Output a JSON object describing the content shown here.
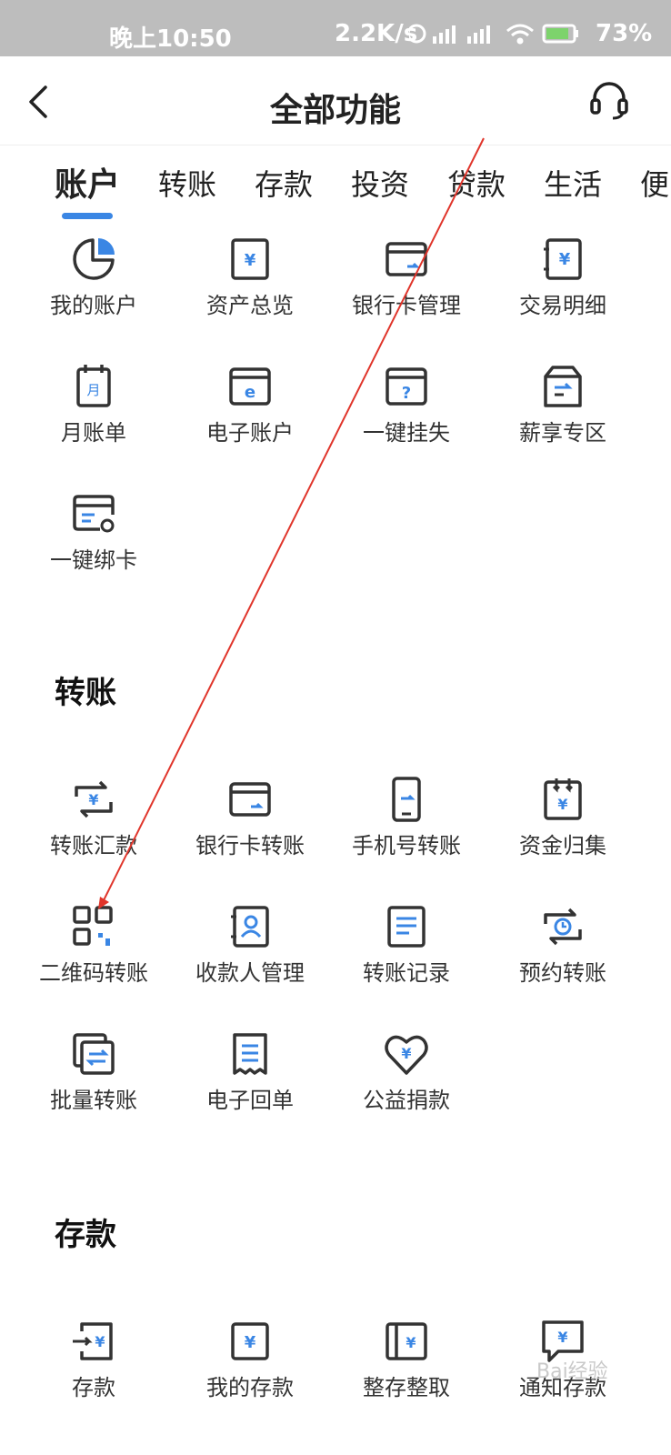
{
  "status_bar": {
    "time": "晚上10:50",
    "network_speed": "2.2K/s",
    "battery": "73%"
  },
  "nav": {
    "title": "全部功能",
    "back_icon": "chevron-left-icon",
    "service_icon": "headset-icon"
  },
  "tabs": [
    {
      "label": "账户",
      "active": true
    },
    {
      "label": "转账"
    },
    {
      "label": "存款"
    },
    {
      "label": "投资"
    },
    {
      "label": "贷款"
    },
    {
      "label": "生活"
    },
    {
      "label": "便"
    }
  ],
  "sections": {
    "account": {
      "items": [
        {
          "label": "我的账户",
          "icon": "pie-chart-icon"
        },
        {
          "label": "资产总览",
          "icon": "yuan-document-icon"
        },
        {
          "label": "银行卡管理",
          "icon": "bank-card-icon"
        },
        {
          "label": "交易明细",
          "icon": "yuan-notebook-icon"
        },
        {
          "label": "月账单",
          "icon": "calendar-icon"
        },
        {
          "label": "电子账户",
          "icon": "e-card-icon"
        },
        {
          "label": "一键挂失",
          "icon": "question-card-icon"
        },
        {
          "label": "薪享专区",
          "icon": "salary-box-icon"
        },
        {
          "label": "一键绑卡",
          "icon": "card-link-icon"
        }
      ]
    },
    "transfer": {
      "title": "转账",
      "items": [
        {
          "label": "转账汇款",
          "icon": "yuan-exchange-icon"
        },
        {
          "label": "银行卡转账",
          "icon": "bank-card-icon"
        },
        {
          "label": "手机号转账",
          "icon": "phone-icon"
        },
        {
          "label": "资金归集",
          "icon": "collect-icon"
        },
        {
          "label": "二维码转账",
          "icon": "qr-code-icon"
        },
        {
          "label": "收款人管理",
          "icon": "contact-book-icon"
        },
        {
          "label": "转账记录",
          "icon": "record-list-icon"
        },
        {
          "label": "预约转账",
          "icon": "clock-exchange-icon"
        },
        {
          "label": "批量转账",
          "icon": "batch-transfer-icon"
        },
        {
          "label": "电子回单",
          "icon": "receipt-icon"
        },
        {
          "label": "公益捐款",
          "icon": "heart-yuan-icon"
        }
      ]
    },
    "deposit": {
      "title": "存款",
      "items": [
        {
          "label": "存款",
          "icon": "deposit-in-icon"
        },
        {
          "label": "我的存款",
          "icon": "yuan-document-icon"
        },
        {
          "label": "整存整取",
          "icon": "yuan-book-icon"
        },
        {
          "label": "通知存款",
          "icon": "yuan-chat-icon"
        }
      ]
    }
  },
  "colors": {
    "accent": "#3a86e4",
    "icon_stroke": "#333333",
    "annotation": "#e0352b"
  },
  "watermark": "Bai经验"
}
